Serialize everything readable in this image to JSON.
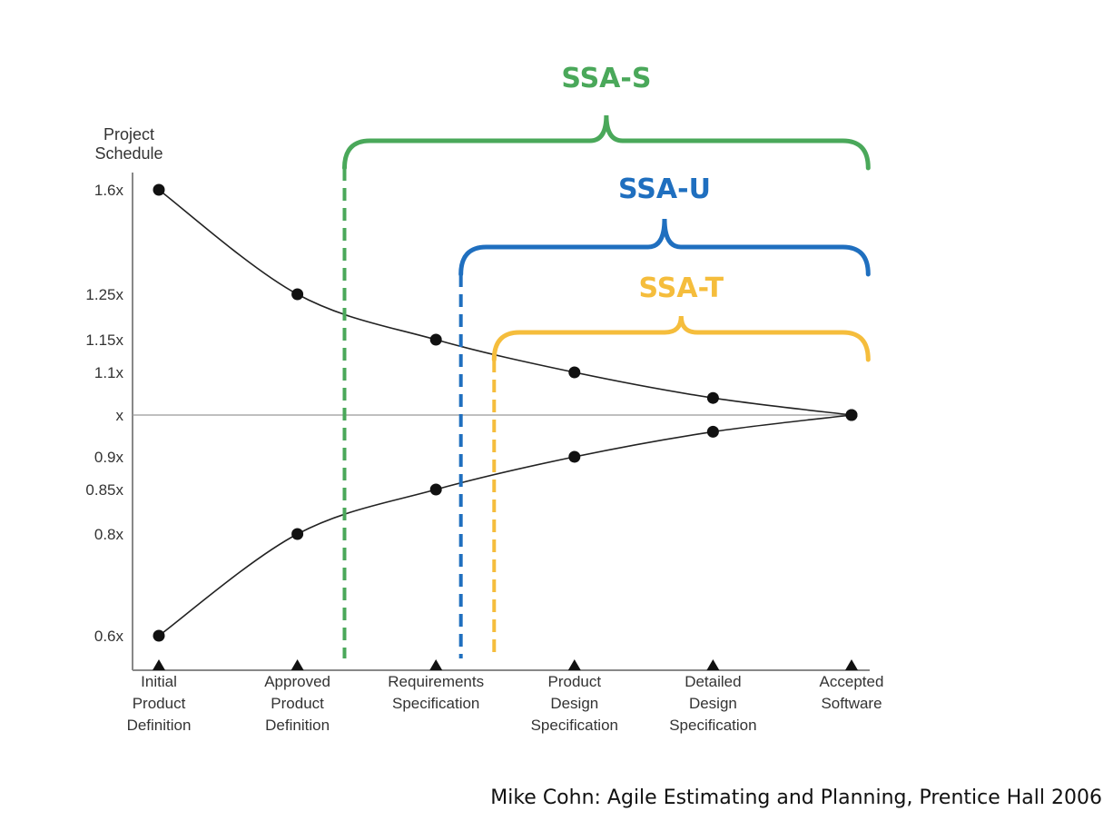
{
  "chart_data": {
    "type": "line",
    "ylabel_lines": [
      "Project",
      "Schedule"
    ],
    "categories": [
      [
        "Initial",
        "Product",
        "Definition"
      ],
      [
        "Approved",
        "Product",
        "Definition"
      ],
      [
        "Requirements",
        "Specification"
      ],
      [
        "Product",
        "Design",
        "Specification"
      ],
      [
        "Detailed",
        "Design",
        "Specification"
      ],
      [
        "Accepted",
        "Software"
      ]
    ],
    "y_ticks": [
      {
        "value": 1.6,
        "label": "1.6x"
      },
      {
        "value": 1.25,
        "label": "1.25x"
      },
      {
        "value": 1.15,
        "label": "1.15x"
      },
      {
        "value": 1.1,
        "label": "1.1x"
      },
      {
        "value": 1.0,
        "label": "x"
      },
      {
        "value": 0.9,
        "label": "0.9x"
      },
      {
        "value": 0.85,
        "label": "0.85x"
      },
      {
        "value": 0.8,
        "label": "0.8x"
      },
      {
        "value": 0.6,
        "label": "0.6x"
      }
    ],
    "series": [
      {
        "values": [
          1.6,
          1.25,
          1.15,
          1.1,
          1.04,
          1.0
        ]
      },
      {
        "values": [
          0.6,
          0.8,
          0.85,
          0.9,
          0.96,
          1.0
        ]
      }
    ],
    "reference_line": 1.0,
    "brackets": [
      {
        "label": "SSA-S",
        "color": "#4aa85a",
        "start_x": 1.34,
        "end_x": 5.12
      },
      {
        "label": "SSA-U",
        "color": "#1f6fbf",
        "start_x": 2.18,
        "end_x": 5.12
      },
      {
        "label": "SSA-T",
        "color": "#f5bd3c",
        "start_x": 2.42,
        "end_x": 5.12
      }
    ]
  },
  "citation": "Mike Cohn: Agile Estimating and Planning, Prentice Hall 2006"
}
